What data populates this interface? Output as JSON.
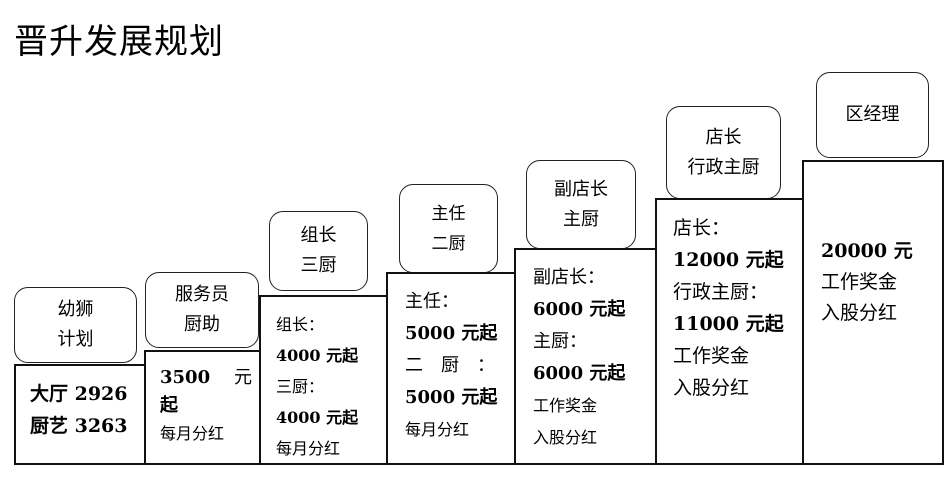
{
  "title": "晋升发展规划",
  "levels": [
    {
      "bubble": [
        "幼狮",
        "计划"
      ],
      "lines": [
        {
          "t": "大厅 2926",
          "b": true
        },
        {
          "t": "厨艺 3263",
          "b": true
        }
      ]
    },
    {
      "bubble": [
        "服务员",
        "厨助"
      ],
      "lines": [
        {
          "t": "3500",
          "b": true
        },
        {
          "t": "元",
          "b": false
        },
        {
          "t": "起",
          "b": true
        },
        {
          "t": "每月分红",
          "b": false
        }
      ]
    },
    {
      "bubble": [
        "组长",
        "三厨"
      ],
      "lines": [
        {
          "t": "组长：",
          "b": false
        },
        {
          "t": "4000 元起",
          "b": true
        },
        {
          "t": "三厨：",
          "b": false
        },
        {
          "t": "4000 元起",
          "b": true
        },
        {
          "t": "每月分红",
          "b": false
        }
      ]
    },
    {
      "bubble": [
        "主任",
        "二厨"
      ],
      "lines": [
        {
          "t": "主任：",
          "b": false
        },
        {
          "t": "5000 元起",
          "b": true
        },
        {
          "t": "二　厨　：",
          "b": false
        },
        {
          "t": "5000 元起",
          "b": true
        },
        {
          "t": "每月分红",
          "b": false
        }
      ]
    },
    {
      "bubble": [
        "副店长",
        "主厨"
      ],
      "lines": [
        {
          "t": "副店长：",
          "b": false
        },
        {
          "t": "6000 元起",
          "b": true
        },
        {
          "t": "主厨：",
          "b": false
        },
        {
          "t": "6000 元起",
          "b": true
        },
        {
          "t": "工作奖金",
          "b": false
        },
        {
          "t": "入股分红",
          "b": false
        }
      ]
    },
    {
      "bubble": [
        "店长",
        "行政主厨"
      ],
      "lines": [
        {
          "t": "店长：",
          "b": false
        },
        {
          "t": "12000 元起",
          "b": true
        },
        {
          "t": "行政主厨：",
          "b": false
        },
        {
          "t": "11000 元起",
          "b": true
        },
        {
          "t": "工作奖金",
          "b": false
        },
        {
          "t": "入股分红",
          "b": false
        }
      ]
    },
    {
      "bubble": [
        "区经理"
      ],
      "lines": [
        {
          "t": "20000 元",
          "b": true
        },
        {
          "t": "工作奖金",
          "b": false
        },
        {
          "t": "入股分红",
          "b": false
        }
      ]
    }
  ]
}
